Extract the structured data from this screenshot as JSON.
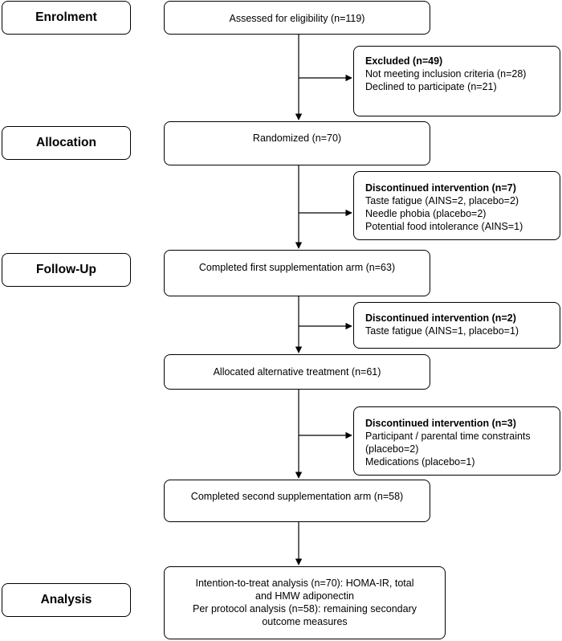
{
  "stages": {
    "enrolment": "Enrolment",
    "allocation": "Allocation",
    "followup": "Follow-Up",
    "analysis": "Analysis"
  },
  "main": {
    "assessed": "Assessed for eligibility (n=119)",
    "randomized": "Randomized (n=70)",
    "first_arm": "Completed first supplementation arm (n=63)",
    "alternative": "Allocated alternative treatment (n=61)",
    "second_arm": "Completed second supplementation arm (n=58)",
    "analysis": [
      "Intention-to-treat analysis (n=70): HOMA-IR, total",
      "and HMW adiponectin",
      "Per protocol analysis (n=58): remaining secondary",
      "outcome measures"
    ]
  },
  "side": {
    "excluded": {
      "title": "Excluded (n=49)",
      "lines": [
        "Not meeting inclusion criteria (n=28)",
        "Declined to participate (n=21)"
      ]
    },
    "discontinued1": {
      "title": "Discontinued intervention (n=7)",
      "lines": [
        "Taste fatigue (AINS=2, placebo=2)",
        "Needle phobia (placebo=2)",
        "Potential food intolerance (AINS=1)"
      ]
    },
    "discontinued2": {
      "title": "Discontinued intervention (n=2)",
      "lines": [
        "Taste fatigue (AINS=1, placebo=1)"
      ]
    },
    "discontinued3": {
      "title": "Discontinued intervention (n=3)",
      "lines": [
        "Participant / parental time constraints",
        "(placebo=2)",
        "Medications (placebo=1)"
      ]
    }
  }
}
